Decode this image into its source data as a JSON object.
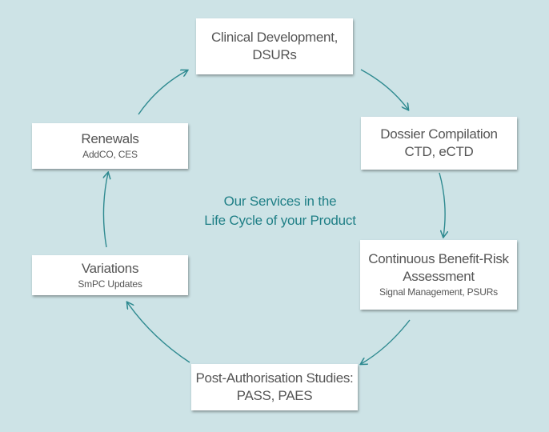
{
  "center": {
    "line1": "Our Services in the",
    "line2": "Life Cycle of your Product"
  },
  "boxes": {
    "clinical": {
      "title_line1": "Clinical Development,",
      "title_line2": "DSURs"
    },
    "dossier": {
      "title_line1": "Dossier Compilation",
      "title_line2": "CTD, eCTD"
    },
    "benefit_risk": {
      "title_line1": "Continuous Benefit-Risk",
      "title_line2": "Assessment",
      "subtitle": "Signal Management, PSURs"
    },
    "post_auth": {
      "title_line1": "Post-Authorisation Studies:",
      "title_line2": "PASS, PAES"
    },
    "variations": {
      "title": "Variations",
      "subtitle": "SmPC Updates"
    },
    "renewals": {
      "title": "Renewals",
      "subtitle": "AddCO, CES"
    }
  },
  "colors": {
    "background": "#cde3e6",
    "arrow": "#2e8a90",
    "center_text": "#1f7f86",
    "box_text": "#555555"
  }
}
